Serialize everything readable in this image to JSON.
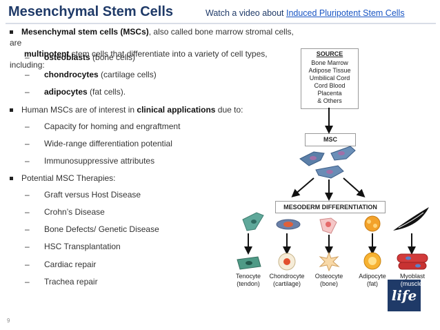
{
  "title": "Mesenchymal Stem Cells",
  "video": {
    "prefix": "Watch a video about ",
    "link": "Induced Pluripotent Stem Cells"
  },
  "bullet1": {
    "bold1": "Mesenchymal stem cells (MSCs)",
    "text1": ", also called bone marrow stromal cells, are",
    "bold2": "multipotent",
    "text2": " stem cells that differentiate into a variety of cell types, including:"
  },
  "types": [
    {
      "bold": "osteoblasts",
      "text": " (bone cells)"
    },
    {
      "bold": "chondrocytes",
      "text": " (cartilage cells)"
    },
    {
      "bold": "adipocytes",
      "text": " (fat cells)."
    }
  ],
  "bullet2": {
    "text1": "Human MSCs are of interest in ",
    "bold": "clinical applications",
    "text2": " due to:"
  },
  "apps": [
    "Capacity for homing and engraftment",
    "Wide-range differentiation potential",
    "Immunosuppressive attributes"
  ],
  "bullet3": "Potential MSC Therapies:",
  "therapies": [
    "Graft versus Host Disease",
    "Crohn’s Disease",
    "Bone Defects/ Genetic Disease",
    "HSC Transplantation",
    "Cardiac repair",
    "Trachea repair"
  ],
  "dash": "–",
  "source": {
    "heading": "SOURCE",
    "items": [
      "Bone Marrow",
      "Adipose Tissue",
      "Umbilical Cord",
      "Cord Blood",
      "Placenta",
      "& Others"
    ]
  },
  "msc_label": "MSC",
  "mesoderm_label": "MESODERM DIFFERENTIATION",
  "cells": [
    {
      "name": "Tenocyte",
      "sub": "(tendon)"
    },
    {
      "name": "Chondrocyte",
      "sub": "(cartilage)"
    },
    {
      "name": "Osteocyte",
      "sub": "(bone)"
    },
    {
      "name": "Adipocyte",
      "sub": "(fat)"
    },
    {
      "name": "Myoblast",
      "sub": "(muscle)"
    }
  ],
  "logo": "life",
  "page_number": "9"
}
